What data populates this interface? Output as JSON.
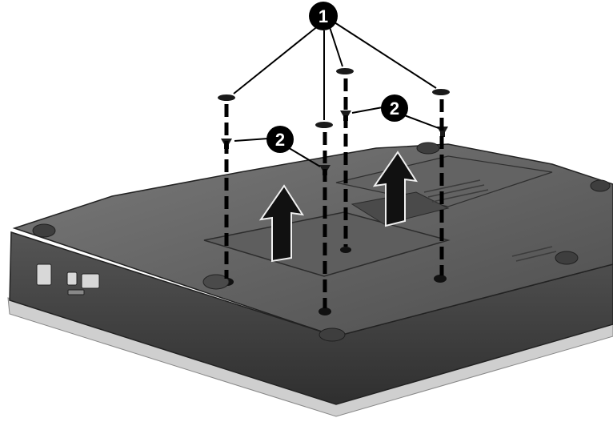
{
  "callouts": [
    {
      "label": "1"
    },
    {
      "label": "2"
    },
    {
      "label": "2"
    }
  ],
  "colors": {
    "laptop_body": "#5a5a5a",
    "laptop_top": "#6a6a6a",
    "laptop_dark": "#3a3a3a",
    "laptop_edge": "#cfcfcf",
    "arrow": "#111111",
    "callout_bg": "#000000",
    "callout_text": "#ffffff",
    "screw": "#222222"
  }
}
